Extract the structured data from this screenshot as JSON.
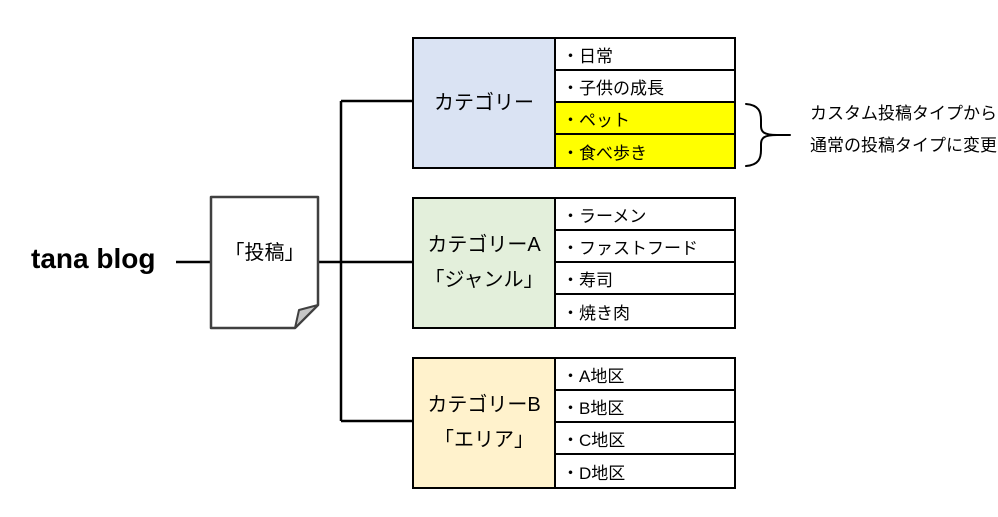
{
  "site_title": "tana blog",
  "document": {
    "label": "「投稿」"
  },
  "annotation": {
    "lines": [
      "カスタム投稿タイプから",
      "通常の投稿タイプに変更"
    ]
  },
  "boxes": [
    {
      "header": [
        "カテゴリー"
      ],
      "header_bg": "#dae3f3",
      "items": [
        {
          "label": "・日常",
          "highlight": false
        },
        {
          "label": "・子供の成長",
          "highlight": false
        },
        {
          "label": "・ペット",
          "highlight": true
        },
        {
          "label": "・食べ歩き",
          "highlight": true
        }
      ]
    },
    {
      "header": [
        "カテゴリーA",
        "「ジャンル」"
      ],
      "header_bg": "#e3efdb",
      "items": [
        {
          "label": "・ラーメン",
          "highlight": false
        },
        {
          "label": "・ファストフード",
          "highlight": false
        },
        {
          "label": "・寿司",
          "highlight": false
        },
        {
          "label": "・焼き肉",
          "highlight": false
        }
      ]
    },
    {
      "header": [
        "カテゴリーB",
        "「エリア」"
      ],
      "header_bg": "#fff2cc",
      "items": [
        {
          "label": "・A地区",
          "highlight": false
        },
        {
          "label": "・B地区",
          "highlight": false
        },
        {
          "label": "・C地区",
          "highlight": false
        },
        {
          "label": "・D地区",
          "highlight": false
        }
      ]
    }
  ],
  "colors": {
    "highlight": "#ffff00",
    "line": "#000000",
    "doc_border": "#404040",
    "doc_fold": "#c6c6c6"
  }
}
